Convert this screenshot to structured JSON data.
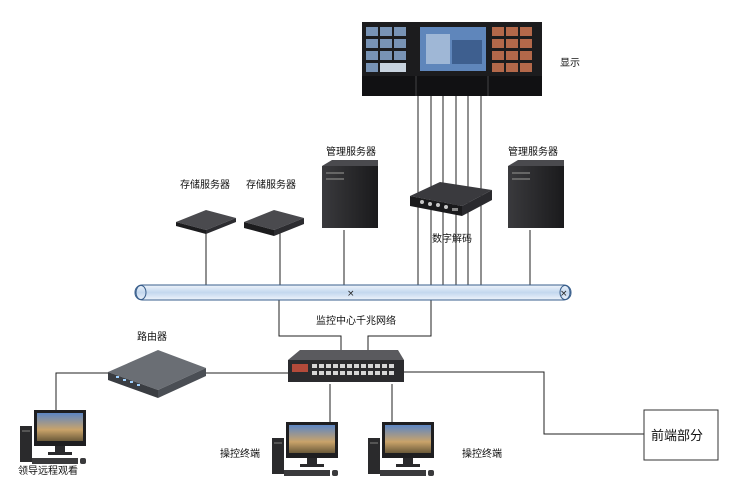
{
  "labels": {
    "display": "显示",
    "storage_server_1": "存储服务器",
    "storage_server_2": "存储服务器",
    "mgmt_server_left": "管理服务器",
    "mgmt_server_right": "管理服务器",
    "decoder": "数字解码",
    "network": "监控中心千兆网络",
    "router": "路由器",
    "leader_remote": "领导远程观看",
    "console_terminal_1": "操控终端",
    "console_terminal_2": "操控终端",
    "front_end": "前端部分"
  },
  "colors": {
    "bus_fill": "#cfe0f2",
    "bus_stroke": "#3a5f8c",
    "device_dark": "#1d1d1f",
    "monitor_screen": "#6b8fb8"
  }
}
